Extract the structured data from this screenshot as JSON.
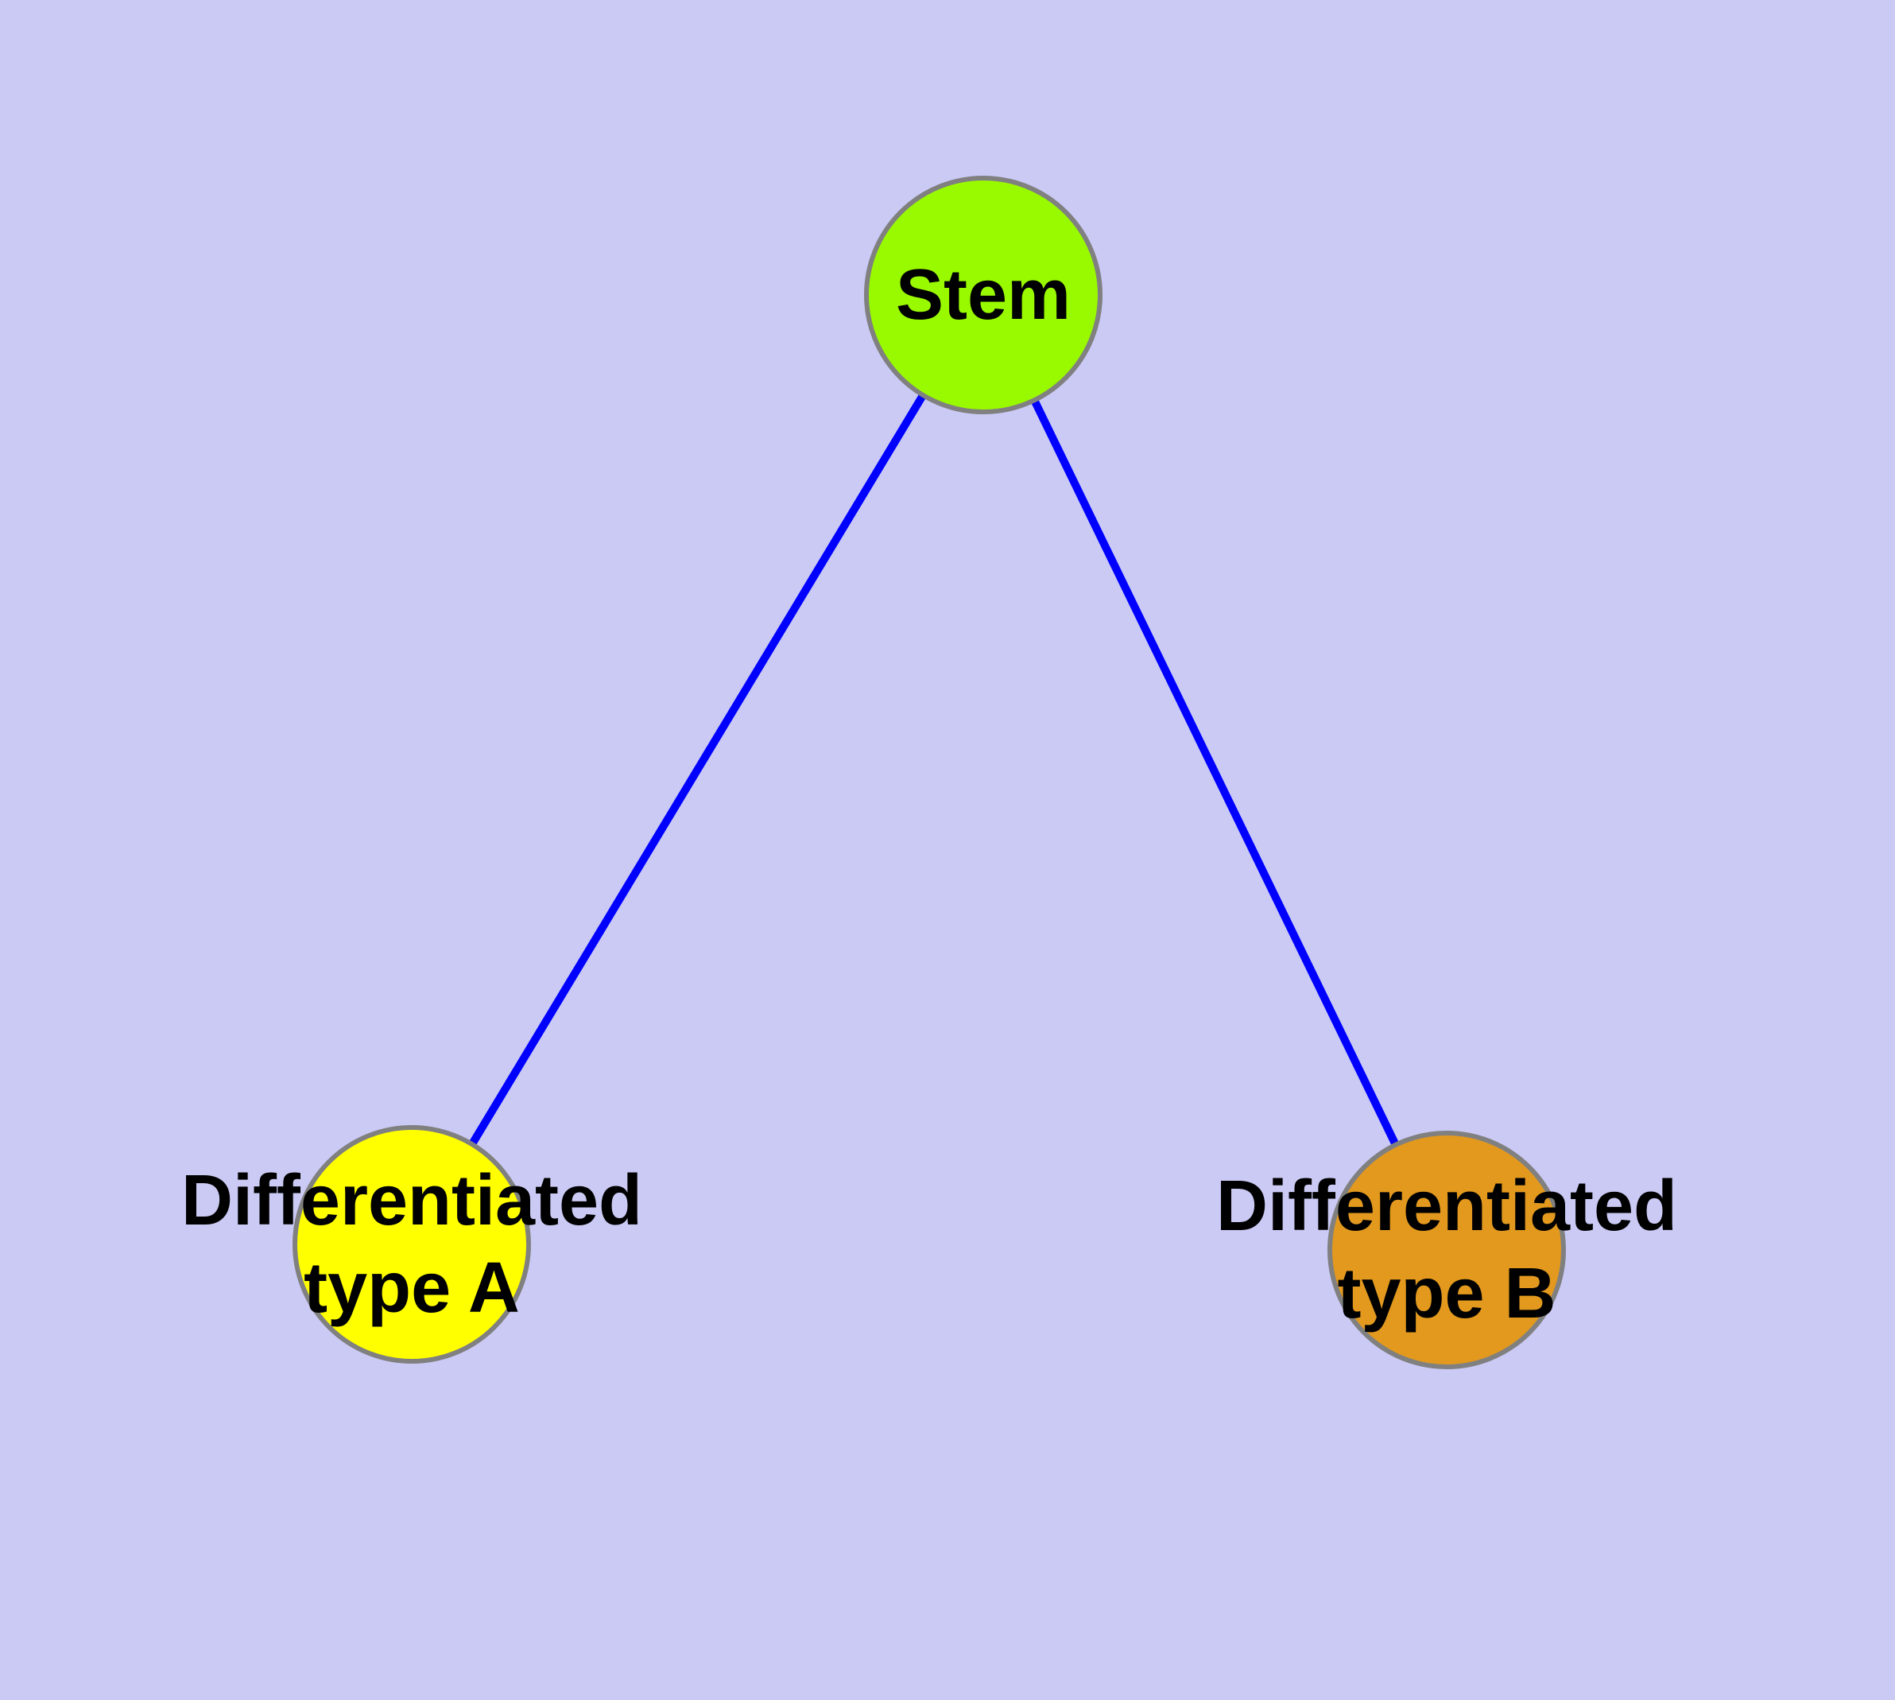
{
  "diagram": {
    "background_color": "#CACAF5",
    "edge_color": "#0000FF",
    "edge_width": "10",
    "node_border_color": "#808080",
    "label_color": "#000000",
    "nodes": [
      {
        "id": "stem",
        "label": "Stem",
        "fill": "#99FA00"
      },
      {
        "id": "differentiated-type-a",
        "label": "Differentiated\ntype A",
        "fill": "#FFFF00"
      },
      {
        "id": "differentiated-type-b",
        "label": "Differentiated\ntype B",
        "fill": "#E2991E"
      }
    ],
    "edges": [
      {
        "from": "stem",
        "to": "differentiated-type-a"
      },
      {
        "from": "stem",
        "to": "differentiated-type-b"
      }
    ]
  }
}
